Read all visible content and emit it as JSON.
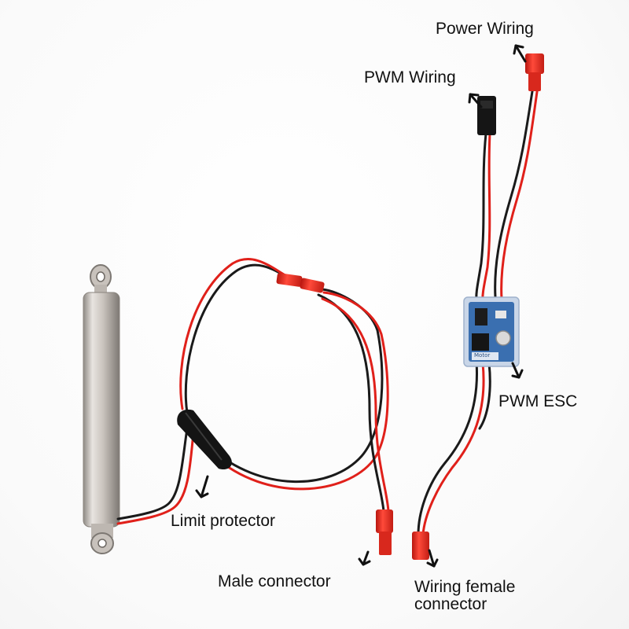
{
  "labels": {
    "power_wiring": "Power Wiring",
    "pwm_wiring": "PWM Wiring",
    "pwm_esc": "PWM ESC",
    "limit_protector": "Limit protector",
    "male_connector": "Male connector",
    "female_connector_line1": "Wiring female",
    "female_connector_line2": "connector"
  },
  "esc_board_text": "Motor",
  "colors": {
    "wire_red": "#e0201a",
    "wire_black": "#1a1a1a",
    "connector_red": "#e52d22",
    "actuator_steel": "#c9c3bd",
    "esc_board": "#3a6fb0"
  }
}
